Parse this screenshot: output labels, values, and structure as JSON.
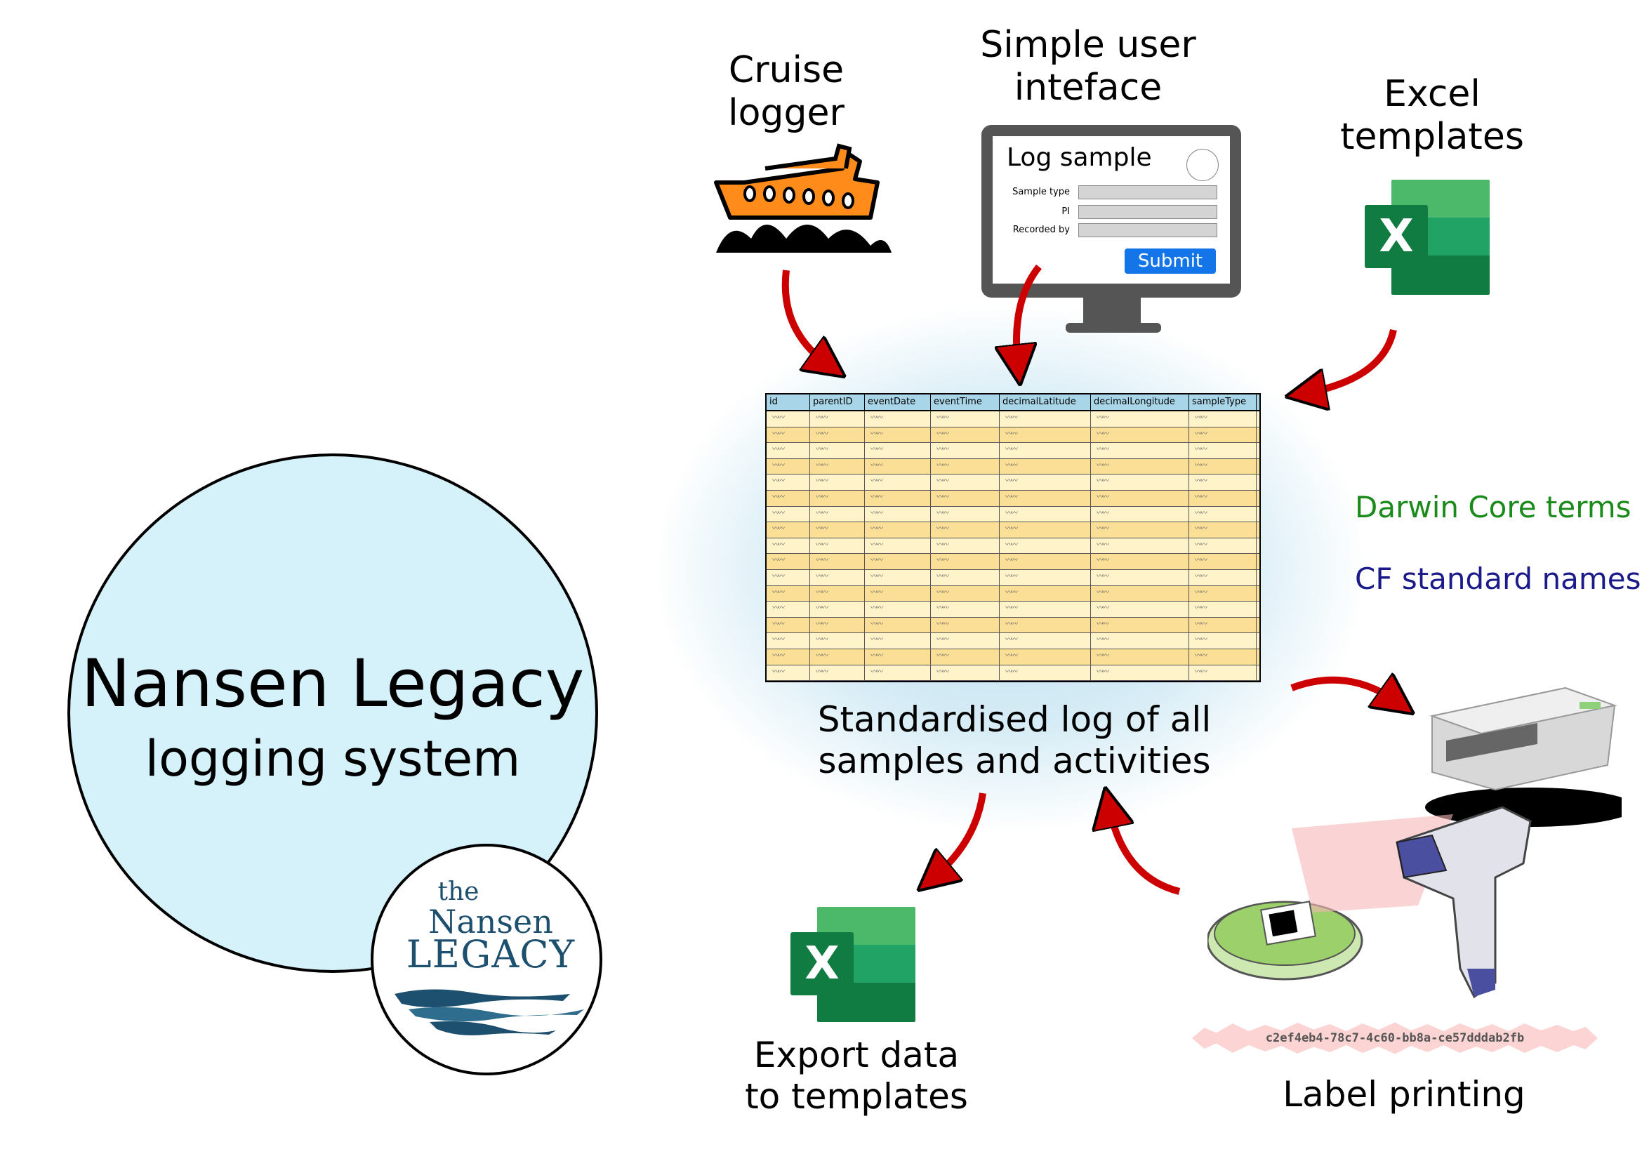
{
  "center": {
    "title": "Nansen Legacy",
    "subtitle": "logging system"
  },
  "logo": {
    "line1": "the",
    "line2": "Nansen",
    "line3": "LEGACY"
  },
  "cruise_logger": {
    "label_line1": "Cruise",
    "label_line2": "logger"
  },
  "ui": {
    "label_line1": "Simple user",
    "label_line2": "inteface",
    "form_title": "Log sample",
    "fields": [
      "Sample type",
      "PI",
      "Recorded by"
    ],
    "submit": "Submit"
  },
  "excel_templates": {
    "label_line1": "Excel",
    "label_line2": "templates",
    "icon_letter": "X"
  },
  "log_table": {
    "columns": [
      "id",
      "parentID",
      "eventDate",
      "eventTime",
      "decimalLatitude",
      "decimalLongitude",
      "sampleType"
    ],
    "caption_line1": "Standardised log of all",
    "caption_line2": "samples and activities"
  },
  "terms": {
    "darwin": "Darwin Core terms",
    "cf": "CF standard names",
    "darwin_color": "#1a8a1a",
    "cf_color": "#1a1a8a"
  },
  "export": {
    "label_line1": "Export data",
    "label_line2": "to templates",
    "icon_letter": "X"
  },
  "label_printing": {
    "uuid": "c2ef4eb4-78c7-4c60-bb8a-ce57dddab2fb",
    "label": "Label printing"
  },
  "colors": {
    "arrow": "#cc0000",
    "circle_fill": "#d5f2fb",
    "ship": "#ff8c1a"
  }
}
